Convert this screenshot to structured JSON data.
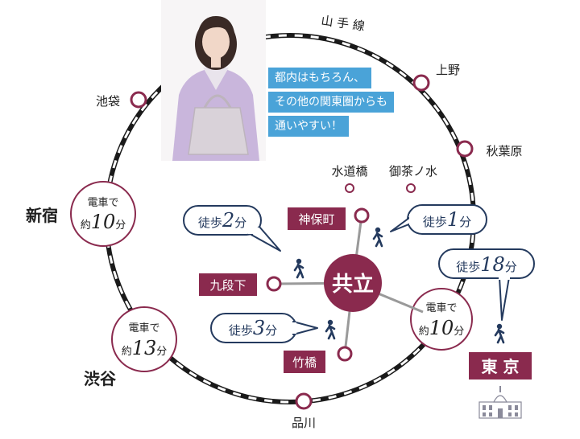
{
  "line_name": "山 手 線",
  "stations": {
    "ikebukuro": "池袋",
    "ueno": "上野",
    "akihabara": "秋葉原",
    "shinagawa": "品川",
    "shinjuku": "新宿",
    "shibuya": "渋谷",
    "suidobashi": "水道橋",
    "ochanomizu": "御茶ノ水"
  },
  "tags": {
    "kyoritsu": "共立",
    "jimbocho": "神保町",
    "kudanshita": "九段下",
    "takebashi": "竹橋",
    "tokyo": "東 京"
  },
  "walk": {
    "prefix": "徒歩",
    "unit": "分",
    "jimbocho_min": "2",
    "jimbocho_b_min": "1",
    "takebashi_min": "3",
    "tokyo_min": "18"
  },
  "train": {
    "line1": "電車で",
    "prefix": "約",
    "unit": "分",
    "shinjuku_min": "10",
    "shibuya_min": "13",
    "tokyo_min": "10"
  },
  "message_lines": [
    "都内はもちろん、",
    "その他の関東圏からも",
    "通いやすい！"
  ],
  "colors": {
    "maroon": "#8a2a4e",
    "navy": "#243a5e",
    "blue_box": "#4aa3d8",
    "rail": "#1a1a1a"
  },
  "icons": [
    "walking-person-icon",
    "person-photo",
    "tokyo-station-building-icon"
  ]
}
